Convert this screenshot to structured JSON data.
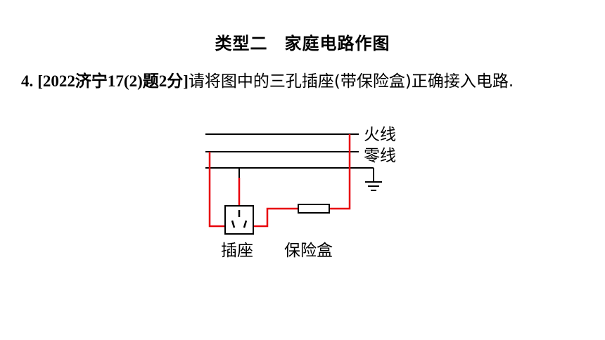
{
  "heading": {
    "type_label": "类型二",
    "topic": "家庭电路作图"
  },
  "question": {
    "number": "4.",
    "source": "[2022济宁17(2)题2分]",
    "text": "请将图中的三孔插座(带保险盒)正确接入电路."
  },
  "diagram": {
    "labels": {
      "live_wire": "火线",
      "neutral_wire": "零线",
      "socket": "插座",
      "fuse_box": "保险盒"
    },
    "colors": {
      "wire": "#000000",
      "connection": "#e8000b"
    }
  }
}
